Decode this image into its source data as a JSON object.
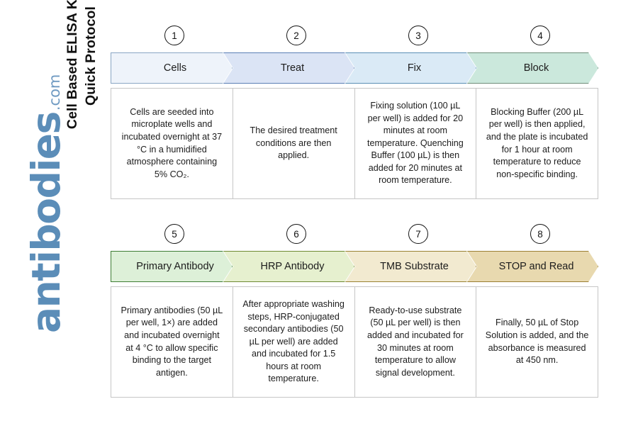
{
  "side_title": {
    "line1": "Cell Based ELISA Kits",
    "line2": "Quick Protocol"
  },
  "brand": {
    "name": "antibodies",
    "tld": ".com",
    "color": "#5b8db8"
  },
  "flow": {
    "rows": [
      {
        "id": "row-1",
        "steps": [
          {
            "number": "1",
            "label": "Cells",
            "fill": "#eef3fa",
            "stroke": "#8aa6c4",
            "description": "Cells are seeded into microplate wells and incubated overnight at 37 °C in a humidified atmosphere containing 5% CO₂."
          },
          {
            "number": "2",
            "label": "Treat",
            "fill": "#dbe4f5",
            "stroke": "#5b7fb5",
            "description": "The desired treatment conditions are then applied."
          },
          {
            "number": "3",
            "label": "Fix",
            "fill": "#daeaf6",
            "stroke": "#5b8fb5",
            "description": "Fixing solution (100 µL per well) is added for 20 minutes at room temperature. Quenching Buffer (100 µL) is then added for 20 minutes at room temperature."
          },
          {
            "number": "4",
            "label": "Block",
            "fill": "#cbe8dc",
            "stroke": "#6f8d7a",
            "description": "Blocking Buffer (200 µL per well) is then applied, and the plate is incubated for 1 hour at room temperature to reduce non-specific binding."
          }
        ]
      },
      {
        "id": "row-2",
        "steps": [
          {
            "number": "5",
            "label": "Primary Antibody",
            "fill": "#ddf0d8",
            "stroke": "#3f7d35",
            "description": "Primary antibodies (50 µL per well, 1×) are added and incubated overnight at 4 °C to allow specific binding to the target antigen."
          },
          {
            "number": "6",
            "label": "HRP Antibody",
            "fill": "#e6f0cf",
            "stroke": "#6f8a33",
            "description": "After appropriate washing steps, HRP-conjugated secondary antibodies (50 µL per well) are added and incubated for 1.5 hours at room temperature."
          },
          {
            "number": "7",
            "label": "TMB Substrate",
            "fill": "#f2ead0",
            "stroke": "#9a8233",
            "description": "Ready-to-use substrate (50 µL per well) is then added and incubated for 30 minutes at room temperature to allow signal development."
          },
          {
            "number": "8",
            "label": "STOP and Read",
            "fill": "#e8d9af",
            "stroke": "#9a7f33",
            "description": "Finally, 50 µL of Stop Solution is added, and the absorbance is measured at 450 nm."
          }
        ]
      }
    ]
  }
}
